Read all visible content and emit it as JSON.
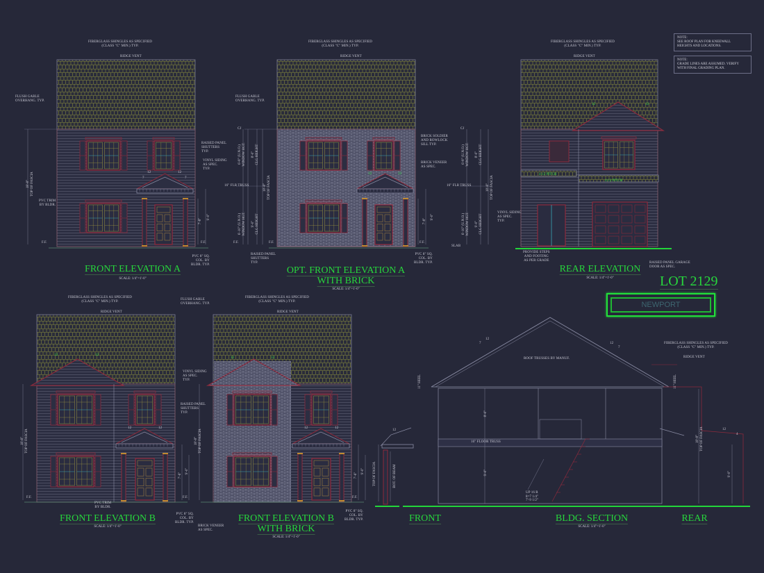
{
  "notes": [
    "NOTE:\nSEE ROOF PLAN FOR KNEEWALL\nHEIGHTS AND LOCATIONS.",
    "NOTE:\nGRADE LINES ARE ASSUMED. VERIFY\nWITH FINAL GRADING PLAN."
  ],
  "lot": "LOT 2129",
  "plan_name": "NEWPORT",
  "common": {
    "shingles": "FIBERGLASS SHINGLES AS SPECIFIED\n(CLASS \"C\" MIN.) TYP.",
    "ridge_vent": "RIDGE VENT",
    "flush_gable": "FLUSH GABLE\nOVERHANG. TYP.",
    "shutters": "RAISED PANEL\nSHUTTERS\nTYP.",
    "siding": "VINYL SIDING\nAS SPEC.\nTYP.",
    "pvc_trim": "PVC TRIM\nBY BLDR.",
    "column": "PVC 8\" SQ.\nCOL. BY\nBLDR. TYP.",
    "fascia": "18'-8\"\nTOP OF FASCIA",
    "ff": "F.F.",
    "run": "12",
    "rise": "7",
    "door_ht": "7'-8\"",
    "porch_ht": "9'-0\"",
    "door_ht_b": "7'-6\"",
    "scale": "SCALE: 1/4\"=1'-0\""
  },
  "front_a": {
    "title": "FRONT ELEVATION A"
  },
  "opt_a": {
    "title": "OPT. FRONT ELEVATION A",
    "title2": "WITH BRICK",
    "soldier": "BRICK SOLDIER\nAND ROWLOCK\nSILL TYP.",
    "veneer": "BRICK VENEER\nAS SPEC.",
    "cj": "CJ",
    "win_up": "6'-8\" (U.N.O.)\nWINDOW HGT.",
    "clg_up": "8'-0\"\nCLG HEIGHT",
    "flr_truss": "16\" FLR TRUSS",
    "win_dn": "6'-10\" (U.N.O.)\nWINDOW HGT.",
    "clg_dn": "9'-0\"\nCLG HEIGHT",
    "slab": "SLAB"
  },
  "rear": {
    "title": "REAR ELEVATION",
    "pitch": "4:12 PITCH",
    "steps": "PROVIDE STEPS\nAND FOOTING\nAS PER GRADE",
    "garage": "RAISED PANEL GARAGE\nDOOR AS SPEC."
  },
  "front_b": {
    "title": "FRONT ELEVATION B"
  },
  "front_b_brick": {
    "title": "FRONT ELEVATION B",
    "title2": "WITH BRICK",
    "veneer": "BRICK VENEER\nAS SPEC.",
    "fascia": "TOP OF FASCIA",
    "beam": "BOT. OF BEAM"
  },
  "section": {
    "front": "FRONT",
    "title": "BLDG. SECTION",
    "rear": "REAR",
    "trusses": "ROOF TRUSSES BY MANUF.",
    "heel": "11\"  HEEL",
    "upper": "8'-0\"",
    "floor_truss": "16\" FLOOR TRUSS",
    "lower": "9'-0\"",
    "stairs": "UP 16 R\n8=7 1/4\"\n7'-9 1/2\"",
    "run": "12",
    "rise": "7",
    "rise_porch": "4"
  },
  "colors": {
    "background": "#262839",
    "title": "#27d63c",
    "trim": "#8c2a3c",
    "shingle": "#8c8c3c",
    "line": "#8a8ca4"
  }
}
